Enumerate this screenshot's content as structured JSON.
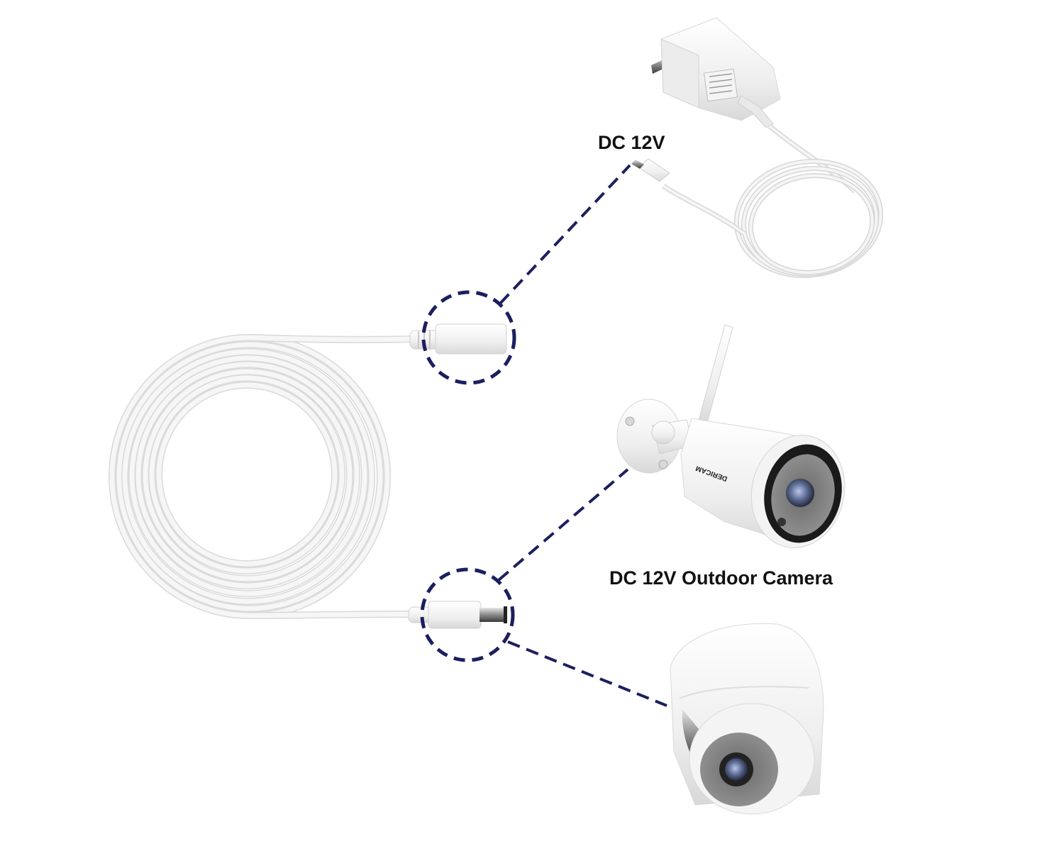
{
  "labels": {
    "adapter_output": "DC 12V",
    "camera_caption": "DC 12V Outdoor Camera"
  },
  "brand_marking": "DERICAM",
  "components": [
    {
      "id": "power-adapter",
      "name": "DC 12V power adapter (US plug)"
    },
    {
      "id": "extension-cable",
      "name": "White coiled DC extension cable"
    },
    {
      "id": "female-connector",
      "name": "Female DC barrel connector"
    },
    {
      "id": "male-connector",
      "name": "Male DC barrel connector"
    },
    {
      "id": "bullet-camera",
      "name": "Wireless bullet outdoor camera"
    },
    {
      "id": "dome-camera",
      "name": "Dome security camera"
    }
  ],
  "colors": {
    "dashed_line": "#1c1f5e",
    "cable": "#f2f2f2",
    "cable_edge": "#d6d6d6",
    "text": "#111111"
  }
}
